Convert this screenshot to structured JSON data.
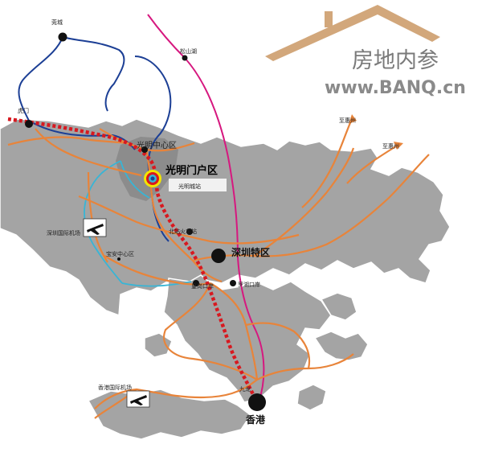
{
  "colors": {
    "land": "#a4a4a4",
    "land_edge": "#ffffff",
    "new_line": "#d71920",
    "rail_magenta": "#d6187f",
    "road_orange": "#e8843a",
    "rail_navy": "#1c3f95",
    "rail_cyan": "#37b5d6",
    "watermark_roof": "#d2a77b"
  },
  "places": {
    "dongguan": "莞城",
    "songshanhu": "松山湖",
    "humen": "虎门",
    "guangming_center": "光明中心区",
    "guangming_gateway": "光明门户区",
    "guangming_station": "光明城站",
    "shenzhen_airport": "深圳国际机场",
    "baoan_center": "宝安中心区",
    "shenzhen_north": "北站火车站",
    "shenzhen_sez": "深圳特区",
    "huanggang_port": "皇岗口岸",
    "luohu_port": "罗湖口岸",
    "to_huizhou_1": "至惠州",
    "to_huizhou_2": "至惠州",
    "hk_airport": "香港国际机场",
    "hongkong": "香港",
    "jiulong": "九龙"
  },
  "watermark": {
    "title": "房地内参",
    "url": "www.BANQ.cn"
  },
  "icons": {
    "airport": "airplane-icon",
    "station": "target-marker-icon"
  }
}
